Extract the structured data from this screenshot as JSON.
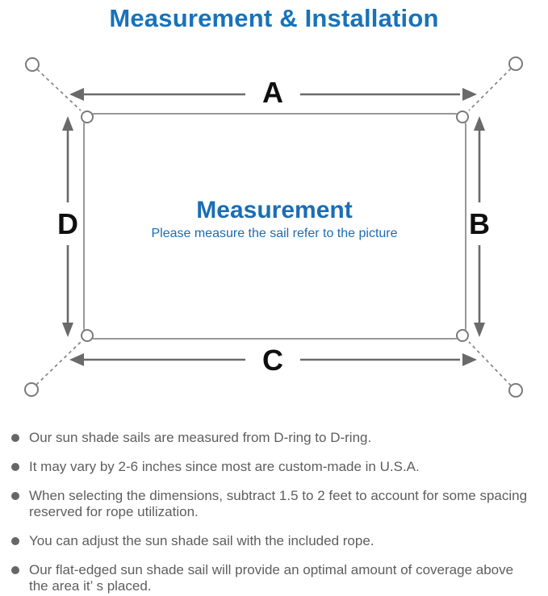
{
  "page": {
    "title": "Measurement & Installation"
  },
  "colors": {
    "accent_blue": "#1773ba",
    "diagram_line_gray": "#8f8f8f",
    "arrow_gray": "#6a6a6a",
    "note_text_gray": "#5e5e5e",
    "dimension_label_black": "#0f0f0f"
  },
  "diagram": {
    "center_title": "Measurement",
    "center_subtitle": "Please measure the sail refer to the picture",
    "labels": {
      "top": "A",
      "right": "B",
      "bottom": "C",
      "left": "D"
    }
  },
  "bullets": [
    {
      "lines": [
        "Our sun shade sails are measured from D-ring to D-ring."
      ]
    },
    {
      "lines": [
        "It may vary by 2-6 inches since most are custom-made in U.S.A."
      ]
    },
    {
      "lines": [
        "When selecting the dimensions, subtract 1.5 to 2 feet to account for some spacing",
        "reserved for rope utilization."
      ]
    },
    {
      "lines": [
        "You can adjust the sun shade sail with the included rope."
      ]
    },
    {
      "lines": [
        "Our flat-edged sun shade sail will provide an optimal amount of coverage above",
        "the area it’ s placed."
      ]
    }
  ]
}
